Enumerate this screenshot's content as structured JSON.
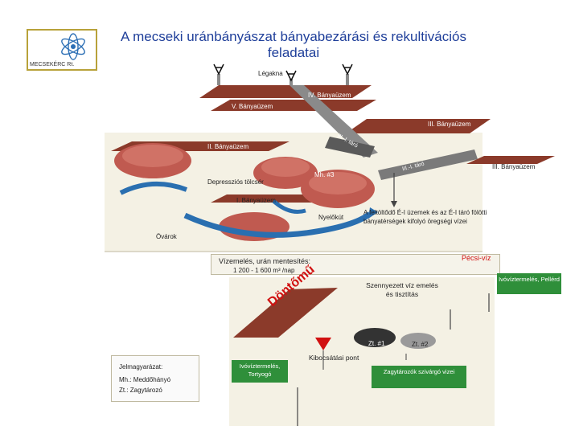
{
  "title": "A mecseki uránbányászat bányabezárási és rekultivációs feladatai",
  "logo": {
    "text": "MECSEKÉRC Rt."
  },
  "labels": {
    "legakna": "Légakna",
    "iv_banyauzem": "IV. Bányaüzem",
    "v_banyauzem": "V. Bányaüzem",
    "iii_banyauzem_top": "III. Bányaüzem",
    "ii_banyauzem": "II. Bányaüzem",
    "iii_banyauzem_right": "III. Bányaüzem",
    "shaft_label_1": "III.-I. táró",
    "shaft_label_2": "III.-I. táró",
    "mh3": "Mh. #3",
    "depresszios": "Depressziós tölcsér",
    "i_banyauzem": "I. Bányaüzem",
    "nyelokut": "Nyelőkút",
    "arok": "Övárok",
    "feltoltodo": "A feltöltődő É-I üzemek és az É-I táró fölötti bányatérségek kifolyó öregségi vízei",
    "vizemeles": "Vízemelés, urán mentesítés:",
    "vizemeles_rate": "1 200 - 1 600 m³ /nap",
    "pecsi_viz": "Pécsi-víz",
    "ivoviz_pellerd": "Ivóvíztermelés, Pellérd",
    "szennyezett": "Szennyezett víz emelés és tisztítás",
    "dontomu": "Döntőmű",
    "zt1": "Zt. #1",
    "zt2": "Zt. #2",
    "kibocsatasi": "Kibocsátási pont",
    "ivoviz_tortyogo": "Ivóvíztermelés, Tortyogó",
    "zagytarozok": "Zagytározók szivárgó vizei",
    "jelmagyarazat": "Jelmagyarázat:",
    "mh_legend": "Mh.: Meddőhányó",
    "zt_legend": "Zt.: Zagytározó"
  },
  "colors": {
    "title": "#1f3f9a",
    "plateau": "#8b3a2a",
    "pipe": "#8a8a8a",
    "heap": "#c05a50",
    "arrow": "#2a6fb0",
    "green": "#2f8f3a",
    "accent_red": "#d11010"
  }
}
